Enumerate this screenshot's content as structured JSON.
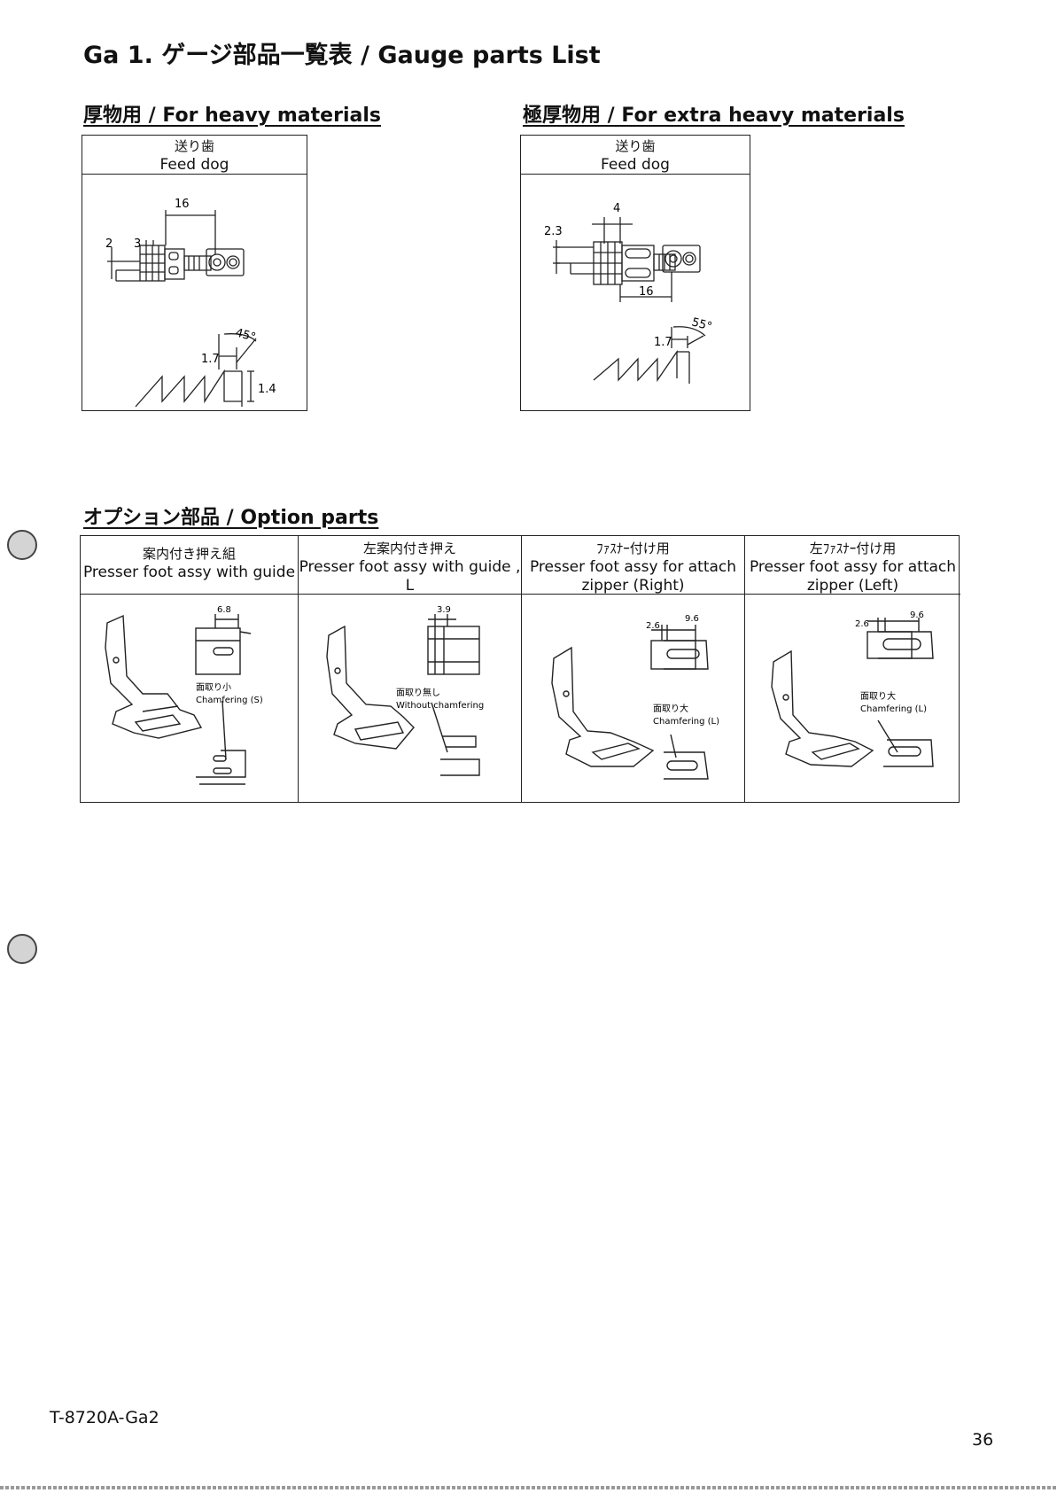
{
  "page": {
    "title": "Ga 1. ゲージ部品一覧表 / Gauge parts List",
    "code": "T-8720A-Ga2",
    "page_number": "36"
  },
  "heavy": {
    "heading": "厚物用 / For heavy materials",
    "part_jp": "送り歯",
    "part_en": "Feed dog",
    "dims": {
      "top": "16",
      "left1": "2",
      "left2": "3",
      "tooth": "1.7",
      "height": "1.4",
      "angle": "45°"
    }
  },
  "extra_heavy": {
    "heading": "極厚物用 / For extra heavy materials",
    "part_jp": "送り歯",
    "part_en": "Feed dog",
    "dims": {
      "top": "4",
      "left": "2.3",
      "bottom": "16",
      "tooth": "1.7",
      "angle": "55°"
    }
  },
  "options": {
    "heading": "オプション部品 / Option parts",
    "items": [
      {
        "jp": "案内付き押え組",
        "en": "Presser foot assy with guide",
        "dim1": "6.8",
        "note_jp": "面取り小",
        "note_en": "Chamfering (S)"
      },
      {
        "jp": "左案内付き押え",
        "en": "Presser foot assy with guide , L",
        "dim1": "3.9",
        "note_jp": "面取り無し",
        "note_en": "Without chamfering"
      },
      {
        "jp": "ﾌｧｽﾅｰ付け用",
        "en": "Presser foot assy for attach zipper (Right)",
        "dim1": "2.6",
        "dim2": "9.6",
        "note_jp": "面取り大",
        "note_en": "Chamfering (L)"
      },
      {
        "jp": "左ﾌｧｽﾅｰ付け用",
        "en": "Presser foot assy for attach zipper (Left)",
        "dim1": "2.6",
        "dim2": "9.6",
        "note_jp": "面取り大",
        "note_en": "Chamfering (L)"
      }
    ]
  }
}
